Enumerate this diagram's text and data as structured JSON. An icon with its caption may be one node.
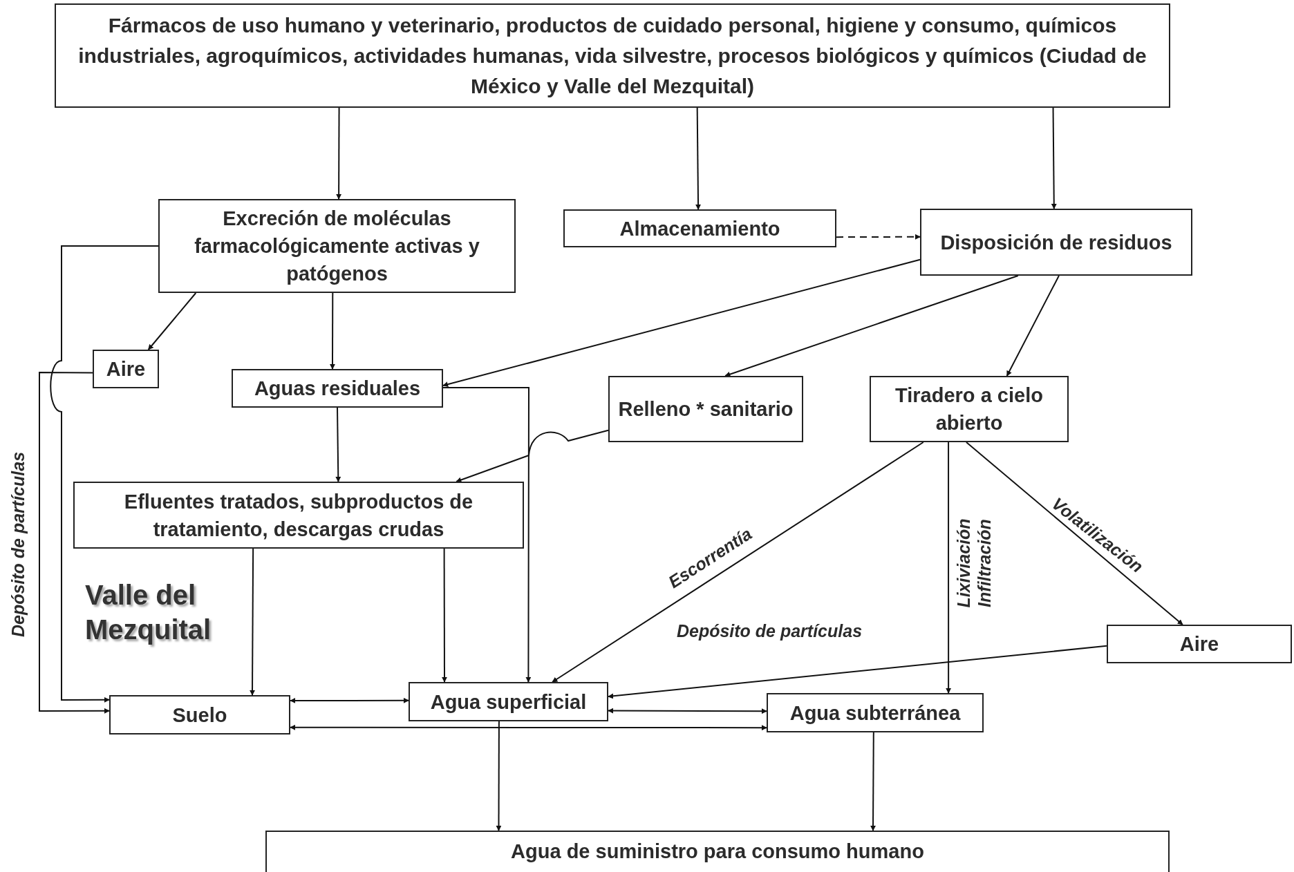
{
  "diagram": {
    "nodes": [
      {
        "text": [
          "Fármacos de uso humano y veterinario, productos de cuidado personal, higiene y consumo, químicos industriales, agroquímicos, actividades humanas, vida silvestre, procesos biológicos y químicos (Ciudad de México y Valle del Mezquital)"
        ]
      },
      {
        "text": [
          "Excreción de moléculas farmacológicamente activas y patógenos"
        ]
      },
      {
        "text": [
          "Almacenamiento"
        ]
      },
      {
        "text": [
          "Disposición de residuos"
        ]
      },
      {
        "text": [
          "Aire"
        ]
      },
      {
        "text": [
          "Aguas residuales"
        ]
      },
      {
        "text": [
          "Relleno * sanitario"
        ]
      },
      {
        "text": [
          "Tiradero a cielo abierto"
        ]
      },
      {
        "text": [
          "Efluentes tratados, subproductos de tratamiento, descargas crudas"
        ]
      },
      {
        "text": [
          "Aire"
        ]
      },
      {
        "text": [
          "Suelo"
        ]
      },
      {
        "text": [
          "Agua superficial"
        ]
      },
      {
        "text": [
          "Agua subterránea"
        ]
      },
      {
        "text": [
          "Agua de suministro para consumo humano"
        ]
      }
    ],
    "edges": [
      {
        "from": 0,
        "to": 1,
        "arrow": "to"
      },
      {
        "from": 0,
        "to": 2,
        "arrow": "to"
      },
      {
        "from": 0,
        "to": 3,
        "arrow": "to"
      },
      {
        "from": 2,
        "to": 3,
        "arrow": "to",
        "style": "dashed"
      },
      {
        "from": 1,
        "to": 4,
        "arrow": "to"
      },
      {
        "from": 1,
        "to": 5,
        "arrow": "to"
      },
      {
        "from": 1,
        "to": 10,
        "arrow": "to"
      },
      {
        "from": 4,
        "to": 10,
        "arrow": "to",
        "label": "Depósito de partículas"
      },
      {
        "from": 3,
        "to": 5,
        "arrow": "to"
      },
      {
        "from": 3,
        "to": 6,
        "arrow": "to"
      },
      {
        "from": 3,
        "to": 7,
        "arrow": "to"
      },
      {
        "from": 5,
        "to": 8,
        "arrow": "to"
      },
      {
        "from": 5,
        "to": 11,
        "arrow": "to"
      },
      {
        "from": 6,
        "to": 8,
        "arrow": "to"
      },
      {
        "from": 8,
        "to": 10,
        "arrow": "to"
      },
      {
        "from": 8,
        "to": 11,
        "arrow": "to"
      },
      {
        "from": 7,
        "to": 11,
        "arrow": "to",
        "label": "Escorrentía"
      },
      {
        "from": 7,
        "to": 12,
        "arrow": "to",
        "label": "Lixiviación Infiltración"
      },
      {
        "from": 7,
        "to": 9,
        "arrow": "to",
        "label": "Volatilización"
      },
      {
        "from": 9,
        "to": 11,
        "arrow": "to",
        "label": "Depósito de partículas"
      },
      {
        "from": 10,
        "to": 11,
        "arrow": "both"
      },
      {
        "from": 10,
        "to": 12,
        "arrow": "both"
      },
      {
        "from": 11,
        "to": 12,
        "arrow": "both"
      },
      {
        "from": 11,
        "to": 13,
        "arrow": "to"
      },
      {
        "from": 12,
        "to": 13,
        "arrow": "to"
      }
    ],
    "labels": [
      "Valle del Mezquital"
    ]
  }
}
